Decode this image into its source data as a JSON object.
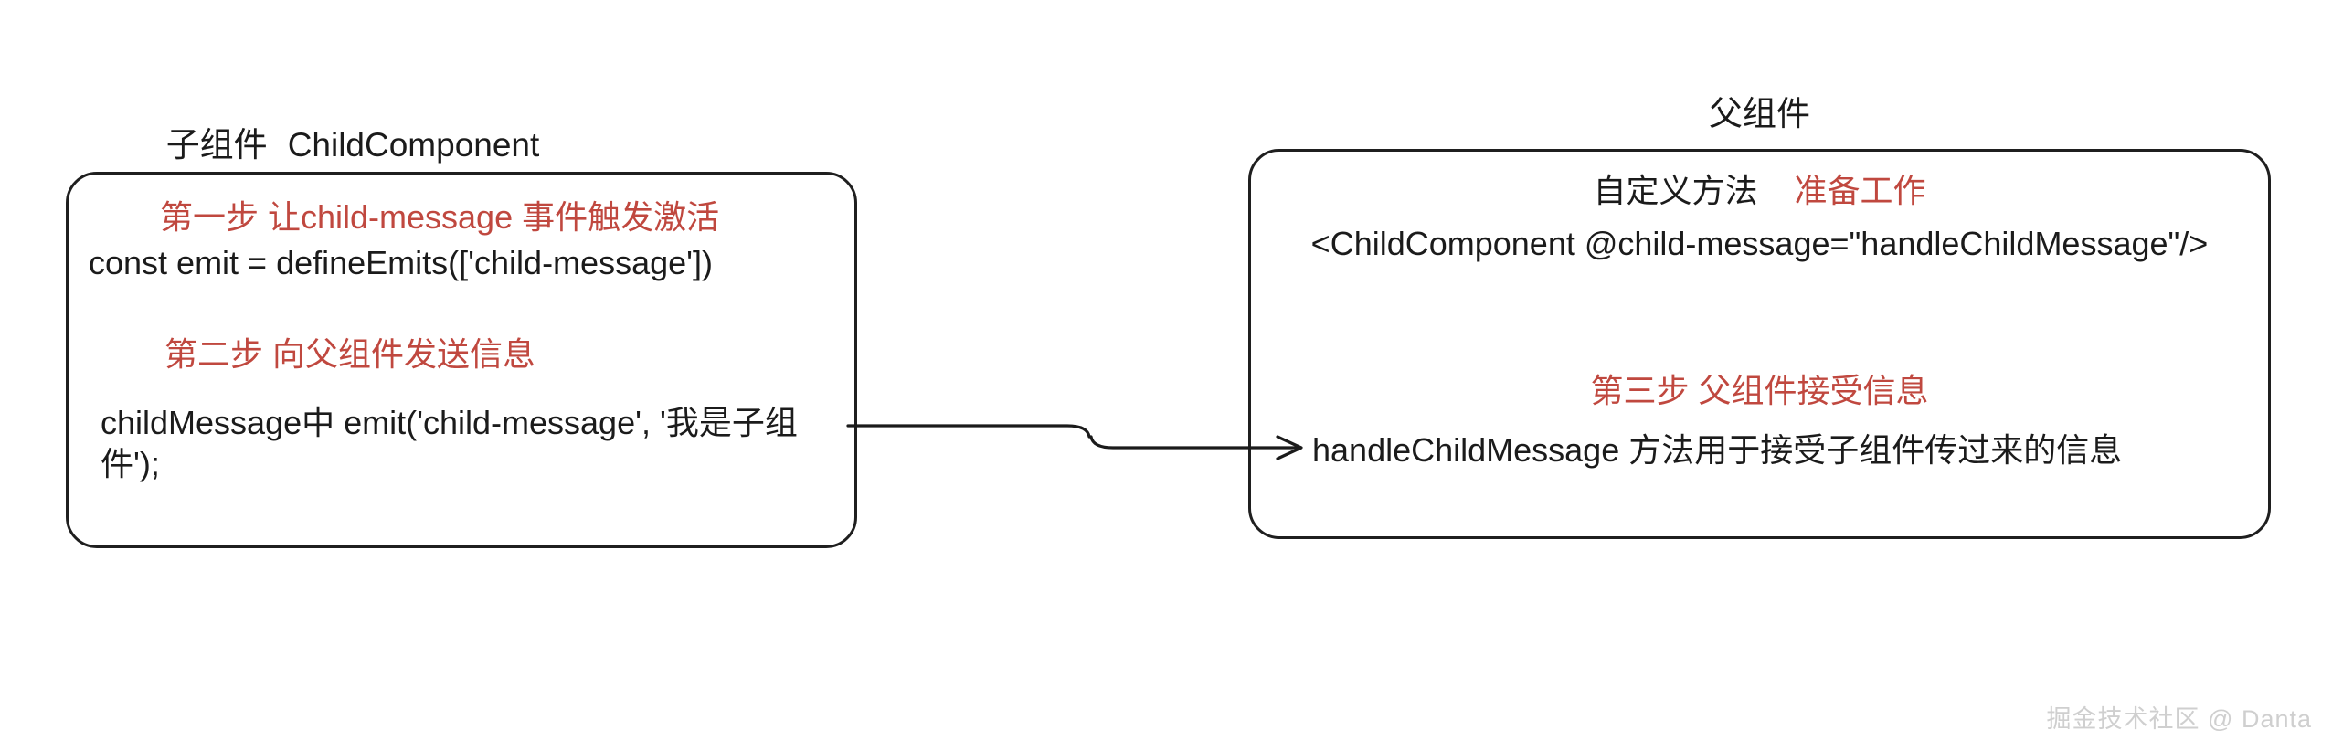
{
  "diagram": {
    "title_child_cn": "子组件",
    "title_child_en": "ChildComponent",
    "title_parent_cn": "父组件",
    "accent_red": "#c0483f",
    "ink": "#1b1b1b",
    "background": "#ffffff"
  },
  "child_box": {
    "step1_label": "第一步 让child-message 事件触发激活",
    "step1_code": "const emit = defineEmits(['child-message'])",
    "step2_label": "第二步 向父组件发送信息",
    "step2_code": "childMessage中 emit('child-message', '我是子组件');"
  },
  "parent_box": {
    "custom_method_label": "自定义方法",
    "preparation_label": "准备工作",
    "tag_line": "<ChildComponent   @child-message=\"handleChildMessage\"/>",
    "step3_label": "第三步 父组件接受信息",
    "step3_desc": "handleChildMessage 方法用于接受子组件传过来的信息"
  },
  "connector": {
    "name": "child-to-parent-flow-arrow",
    "direction": "left-to-right"
  },
  "watermark": {
    "text": "掘金技术社区 @ Danta"
  }
}
